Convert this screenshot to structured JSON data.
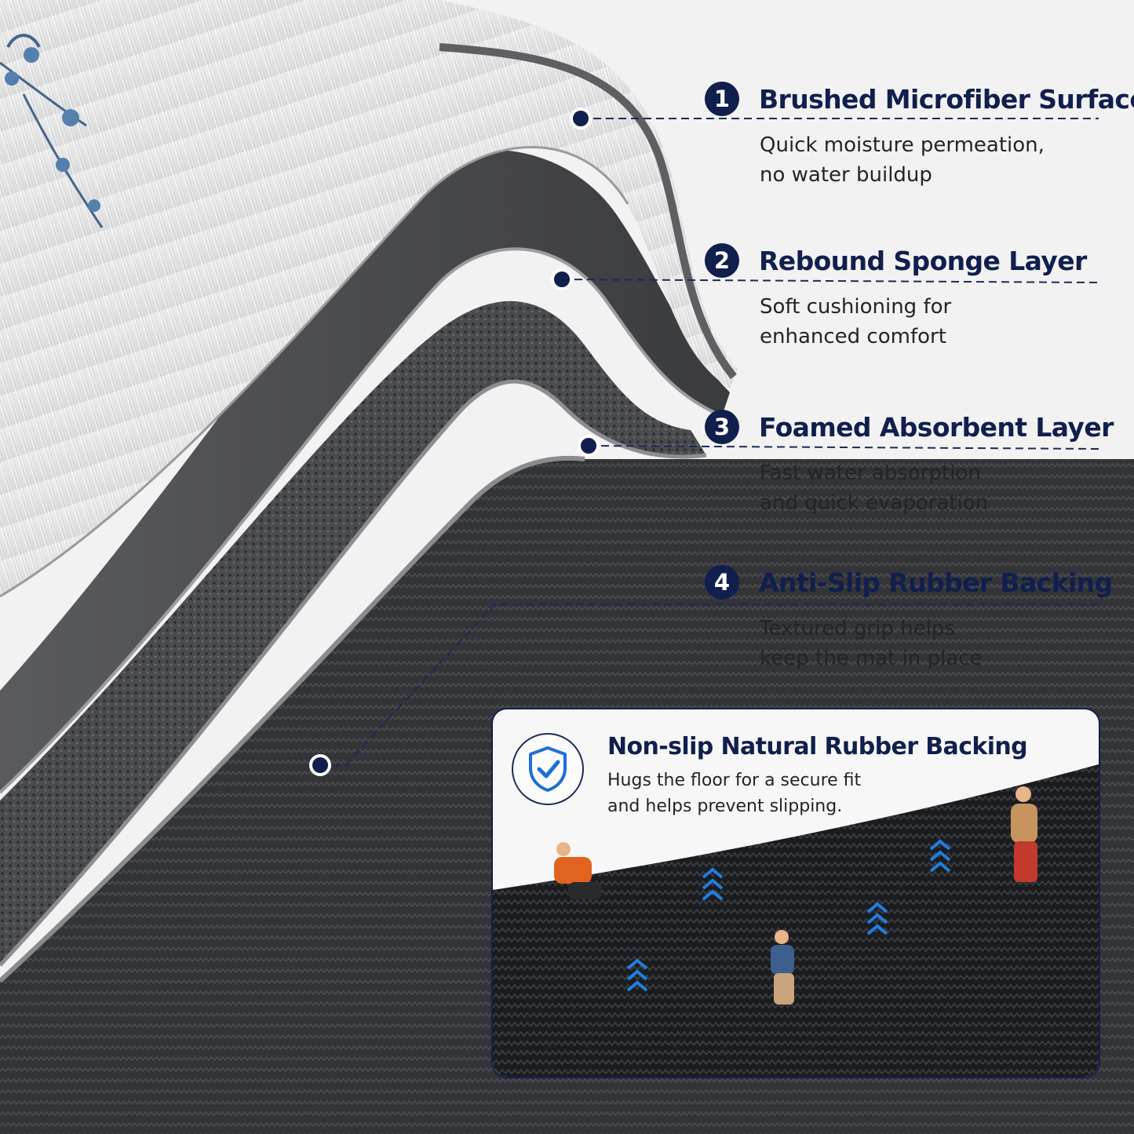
{
  "layers": [
    {
      "number": "1",
      "title": "Brushed Microfiber Surface",
      "description": "Quick moisture permeation,\nno water buildup"
    },
    {
      "number": "2",
      "title": "Rebound Sponge Layer",
      "description": "Soft cushioning for\nenhanced comfort"
    },
    {
      "number": "3",
      "title": "Foamed Absorbent Layer",
      "description": "Fast water absorption\nand quick evaporation"
    },
    {
      "number": "4",
      "title": "Anti-Slip Rubber Backing",
      "description": "Textured grip helps\nkeep the mat in place"
    }
  ],
  "backing_panel": {
    "title": "Non-slip Natural Rubber Backing",
    "description": "Hugs the floor for a secure fit\nand helps prevent slipping.",
    "icon": "shield-check-icon"
  },
  "colors": {
    "accent_navy": "#101f4d",
    "arrow_blue": "#1f7ee0"
  }
}
